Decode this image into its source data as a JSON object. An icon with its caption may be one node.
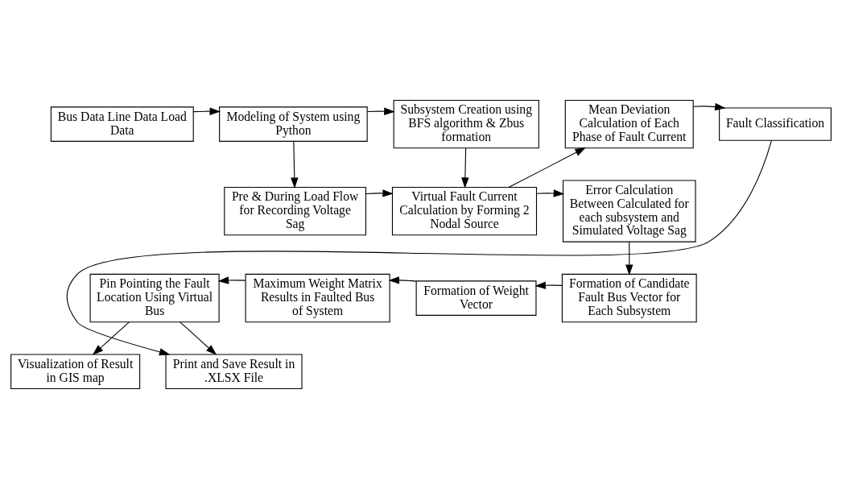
{
  "diagram": {
    "nodes": [
      {
        "text": [
          "Bus Data Line Data Load Data"
        ]
      },
      {
        "text": [
          "Modeling of System using Python"
        ]
      },
      {
        "text": [
          "Subsystem Creation using BFS algorithm & Zbus formation"
        ]
      },
      {
        "text": [
          "Mean Deviation Calculation of Each Phase of Fault Current"
        ]
      },
      {
        "text": [
          "Fault Classification"
        ]
      },
      {
        "text": [
          "Pre & During Load Flow for Recording Voltage Sag"
        ]
      },
      {
        "text": [
          "Virtual Fault Current Calculation by Forming 2 Nodal Source"
        ]
      },
      {
        "text": [
          "Error Calculation Between Calculated for each subsystem and Simulated Voltage Sag"
        ]
      },
      {
        "text": [
          "Formation of Candidate Fault Bus Vector for Each Subsystem"
        ]
      },
      {
        "text": [
          "Formation of Weight Vector"
        ]
      },
      {
        "text": [
          "Maximum Weight Matrix Results in Faulted Bus of System"
        ]
      },
      {
        "text": [
          "Pin Pointing the Fault Location Using Virtual Bus"
        ]
      },
      {
        "text": [
          "Visualization of Result in GIS map"
        ]
      },
      {
        "text": [
          "Print and Save Result in .XLSX File"
        ]
      }
    ],
    "edges": [
      {
        "from": 0,
        "to": 1,
        "arrow": "to"
      },
      {
        "from": 1,
        "to": 2,
        "arrow": "to"
      },
      {
        "from": 2,
        "to": 6,
        "arrow": "to"
      },
      {
        "from": 3,
        "to": 4,
        "arrow": "to"
      },
      {
        "from": 1,
        "to": 5,
        "arrow": "to"
      },
      {
        "from": 5,
        "to": 6,
        "arrow": "to"
      },
      {
        "from": 6,
        "to": 3,
        "arrow": "to"
      },
      {
        "from": 6,
        "to": 7,
        "arrow": "to"
      },
      {
        "from": 7,
        "to": 8,
        "arrow": "to"
      },
      {
        "from": 8,
        "to": 9,
        "arrow": "to"
      },
      {
        "from": 9,
        "to": 10,
        "arrow": "to"
      },
      {
        "from": 10,
        "to": 11,
        "arrow": "to"
      },
      {
        "from": 11,
        "to": 12,
        "arrow": "to"
      },
      {
        "from": 11,
        "to": 13,
        "arrow": "to"
      },
      {
        "from": 4,
        "to": 13,
        "arrow": "to"
      }
    ]
  }
}
